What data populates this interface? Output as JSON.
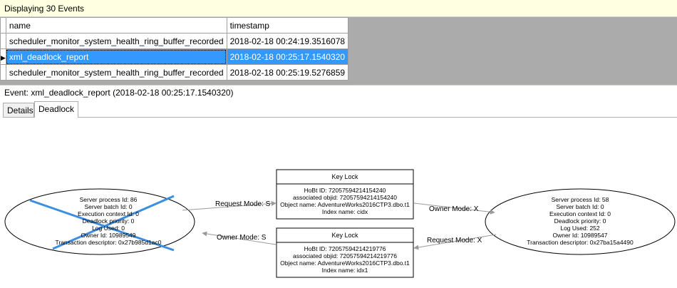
{
  "status": {
    "displaying": "Displaying 30 Events"
  },
  "grid": {
    "columns": [
      "name",
      "timestamp"
    ],
    "rows": [
      {
        "name": "scheduler_monitor_system_health_ring_buffer_recorded",
        "timestamp": "2018-02-18 00:24:19.3516078"
      },
      {
        "name": "xml_deadlock_report",
        "timestamp": "2018-02-18 00:25:17.1540320"
      },
      {
        "name": "scheduler_monitor_system_health_ring_buffer_recorded",
        "timestamp": "2018-02-18 00:25:19.5276859"
      }
    ],
    "selected_row_marker": "▶"
  },
  "event": {
    "label": "Event: xml_deadlock_report (2018-02-18 00:25:17.1540320)"
  },
  "tabs": [
    {
      "label": "Details"
    },
    {
      "label": "Deadlock"
    }
  ],
  "deadlock": {
    "process_left": {
      "lines": [
        "Server process Id: 86",
        "Server batch Id: 0",
        "Execution context Id: 0",
        "Deadlock priority: 0",
        "Log Used: 0",
        "Owner Id: 10989549",
        "Transaction descriptor: 0x27b985d1ac0"
      ],
      "victim_marker_color": "#3c8ee0"
    },
    "process_right": {
      "lines": [
        "Server process Id: 58",
        "Server batch Id: 0",
        "Execution context Id: 0",
        "Deadlock priority: 0",
        "Log Used: 252",
        "Owner Id: 10989547",
        "Transaction descriptor: 0x27ba15a4490"
      ]
    },
    "lock_top": {
      "title": "Key Lock",
      "lines": [
        "HoBt ID: 72057594214154240",
        "associated objid: 72057594214154240",
        "Object name: AdventureWorks2016CTP3.dbo.t1",
        "Index name: cidx"
      ]
    },
    "lock_bottom": {
      "title": "Key Lock",
      "lines": [
        "HoBt ID: 72057594214219776",
        "associated objid: 72057594214219776",
        "Object name: AdventureWorks2016CTP3.dbo.t1",
        "Index name: idx1"
      ]
    },
    "edges": {
      "left_request": "Request Mode: S",
      "left_owner": "Owner Mode: S",
      "right_owner": "Owner Mode: X",
      "right_request": "Request Mode: X"
    }
  }
}
